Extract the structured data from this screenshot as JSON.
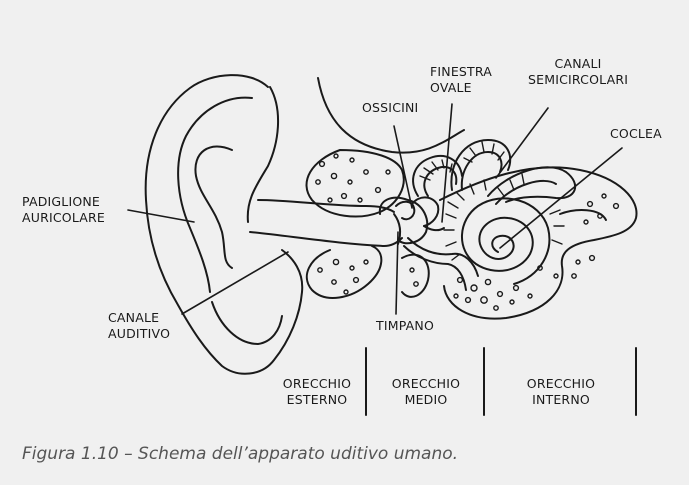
{
  "labels": {
    "padiglione": [
      "PADIGLIONE",
      "AURICOLARE"
    ],
    "canale_uditivo": [
      "CANALE",
      "AUDITIVO"
    ],
    "ossicini": "OSSICINI",
    "finestra_ovale": [
      "FINESTRA",
      "OVALE"
    ],
    "canali_semicircolari": [
      "CANALI",
      "SEMICIRCOLARI"
    ],
    "coclea": "COCLEA",
    "timpano": "TIMPANO"
  },
  "sections": {
    "esterno": [
      "ORECCHIO",
      "ESTERNO"
    ],
    "medio": [
      "ORECCHIO",
      "MEDIO"
    ],
    "interno": [
      "ORECCHIO",
      "INTERNO"
    ]
  },
  "caption": "Figura 1.10 – Schema dell’apparato uditivo umano.",
  "colors": {
    "background": "#f0f0f0",
    "ink": "#1a1a1a",
    "caption": "#555555"
  }
}
